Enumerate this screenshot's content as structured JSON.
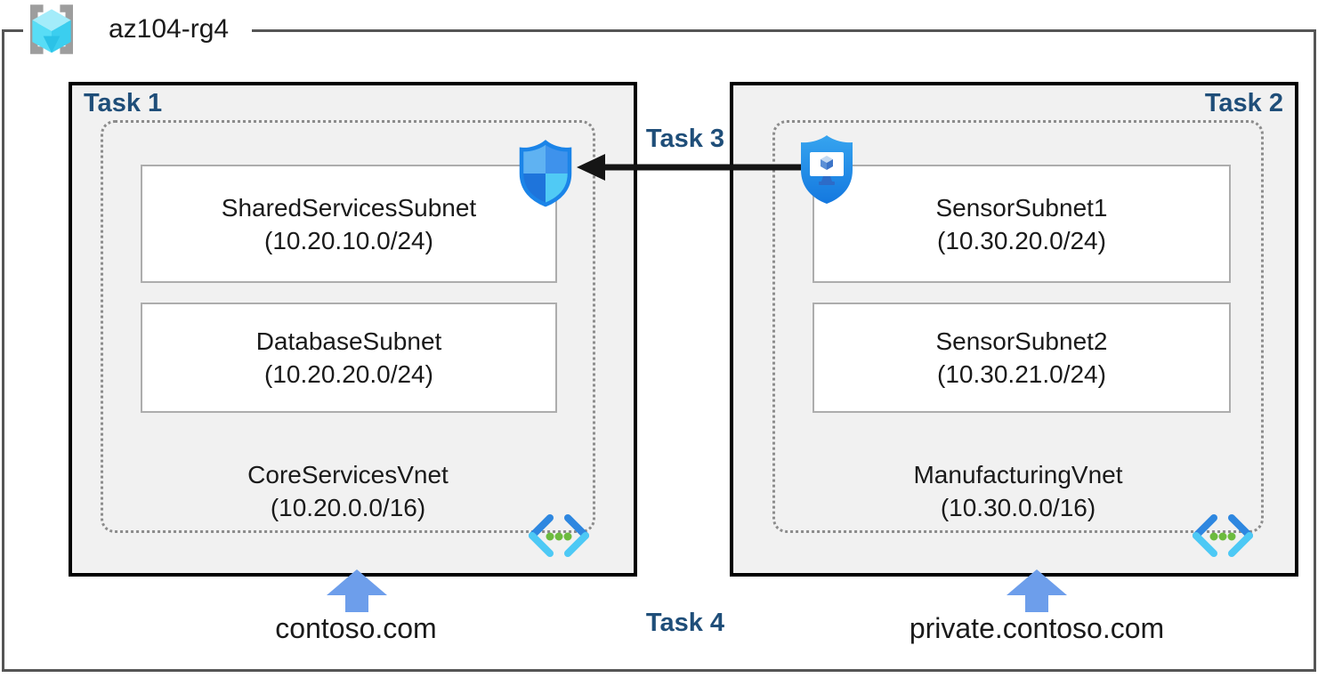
{
  "title": {
    "resource_group": "az104-rg4"
  },
  "tasks": {
    "task1": "Task 1",
    "task2": "Task 2",
    "task3": "Task 3",
    "task4": "Task 4"
  },
  "vnets": [
    {
      "name": "CoreServicesVnet",
      "cidr": "(10.20.0.0/16)",
      "dns_zone": "contoso.com",
      "subnets": [
        {
          "name": "SharedServicesSubnet",
          "cidr": "(10.20.10.0/24)"
        },
        {
          "name": "DatabaseSubnet",
          "cidr": "(10.20.20.0/24)"
        }
      ]
    },
    {
      "name": "ManufacturingVnet",
      "cidr": "(10.30.0.0/16)",
      "dns_zone": "private.contoso.com",
      "subnets": [
        {
          "name": "SensorSubnet1",
          "cidr": "(10.30.20.0/24)"
        },
        {
          "name": "SensorSubnet2",
          "cidr": "(10.30.21.0/24)"
        }
      ]
    }
  ],
  "icons": {
    "resource_group": "resource-group-brackets-cube",
    "network_security_group": "nsg-shield-quartered",
    "bastion": "shield-with-monitor",
    "virtual_network": "chevrons-with-green-dots",
    "dns_arrow": "blue-block-up-arrow",
    "peering_arrow": "black-left-arrow"
  },
  "colors": {
    "task_label": "#1F4E79",
    "container_fill": "#F1F1F1",
    "container_border": "#000000",
    "frame_border": "#555555",
    "dotted_border": "#8C8C8C",
    "subnet_border": "#ADADAD",
    "up_arrow_blue": "#6D9EEB",
    "azure_blue": "#2E87E0",
    "azure_cyan": "#4DC9F5",
    "dot_green": "#6CBB3E",
    "arrow_black": "#151515"
  }
}
